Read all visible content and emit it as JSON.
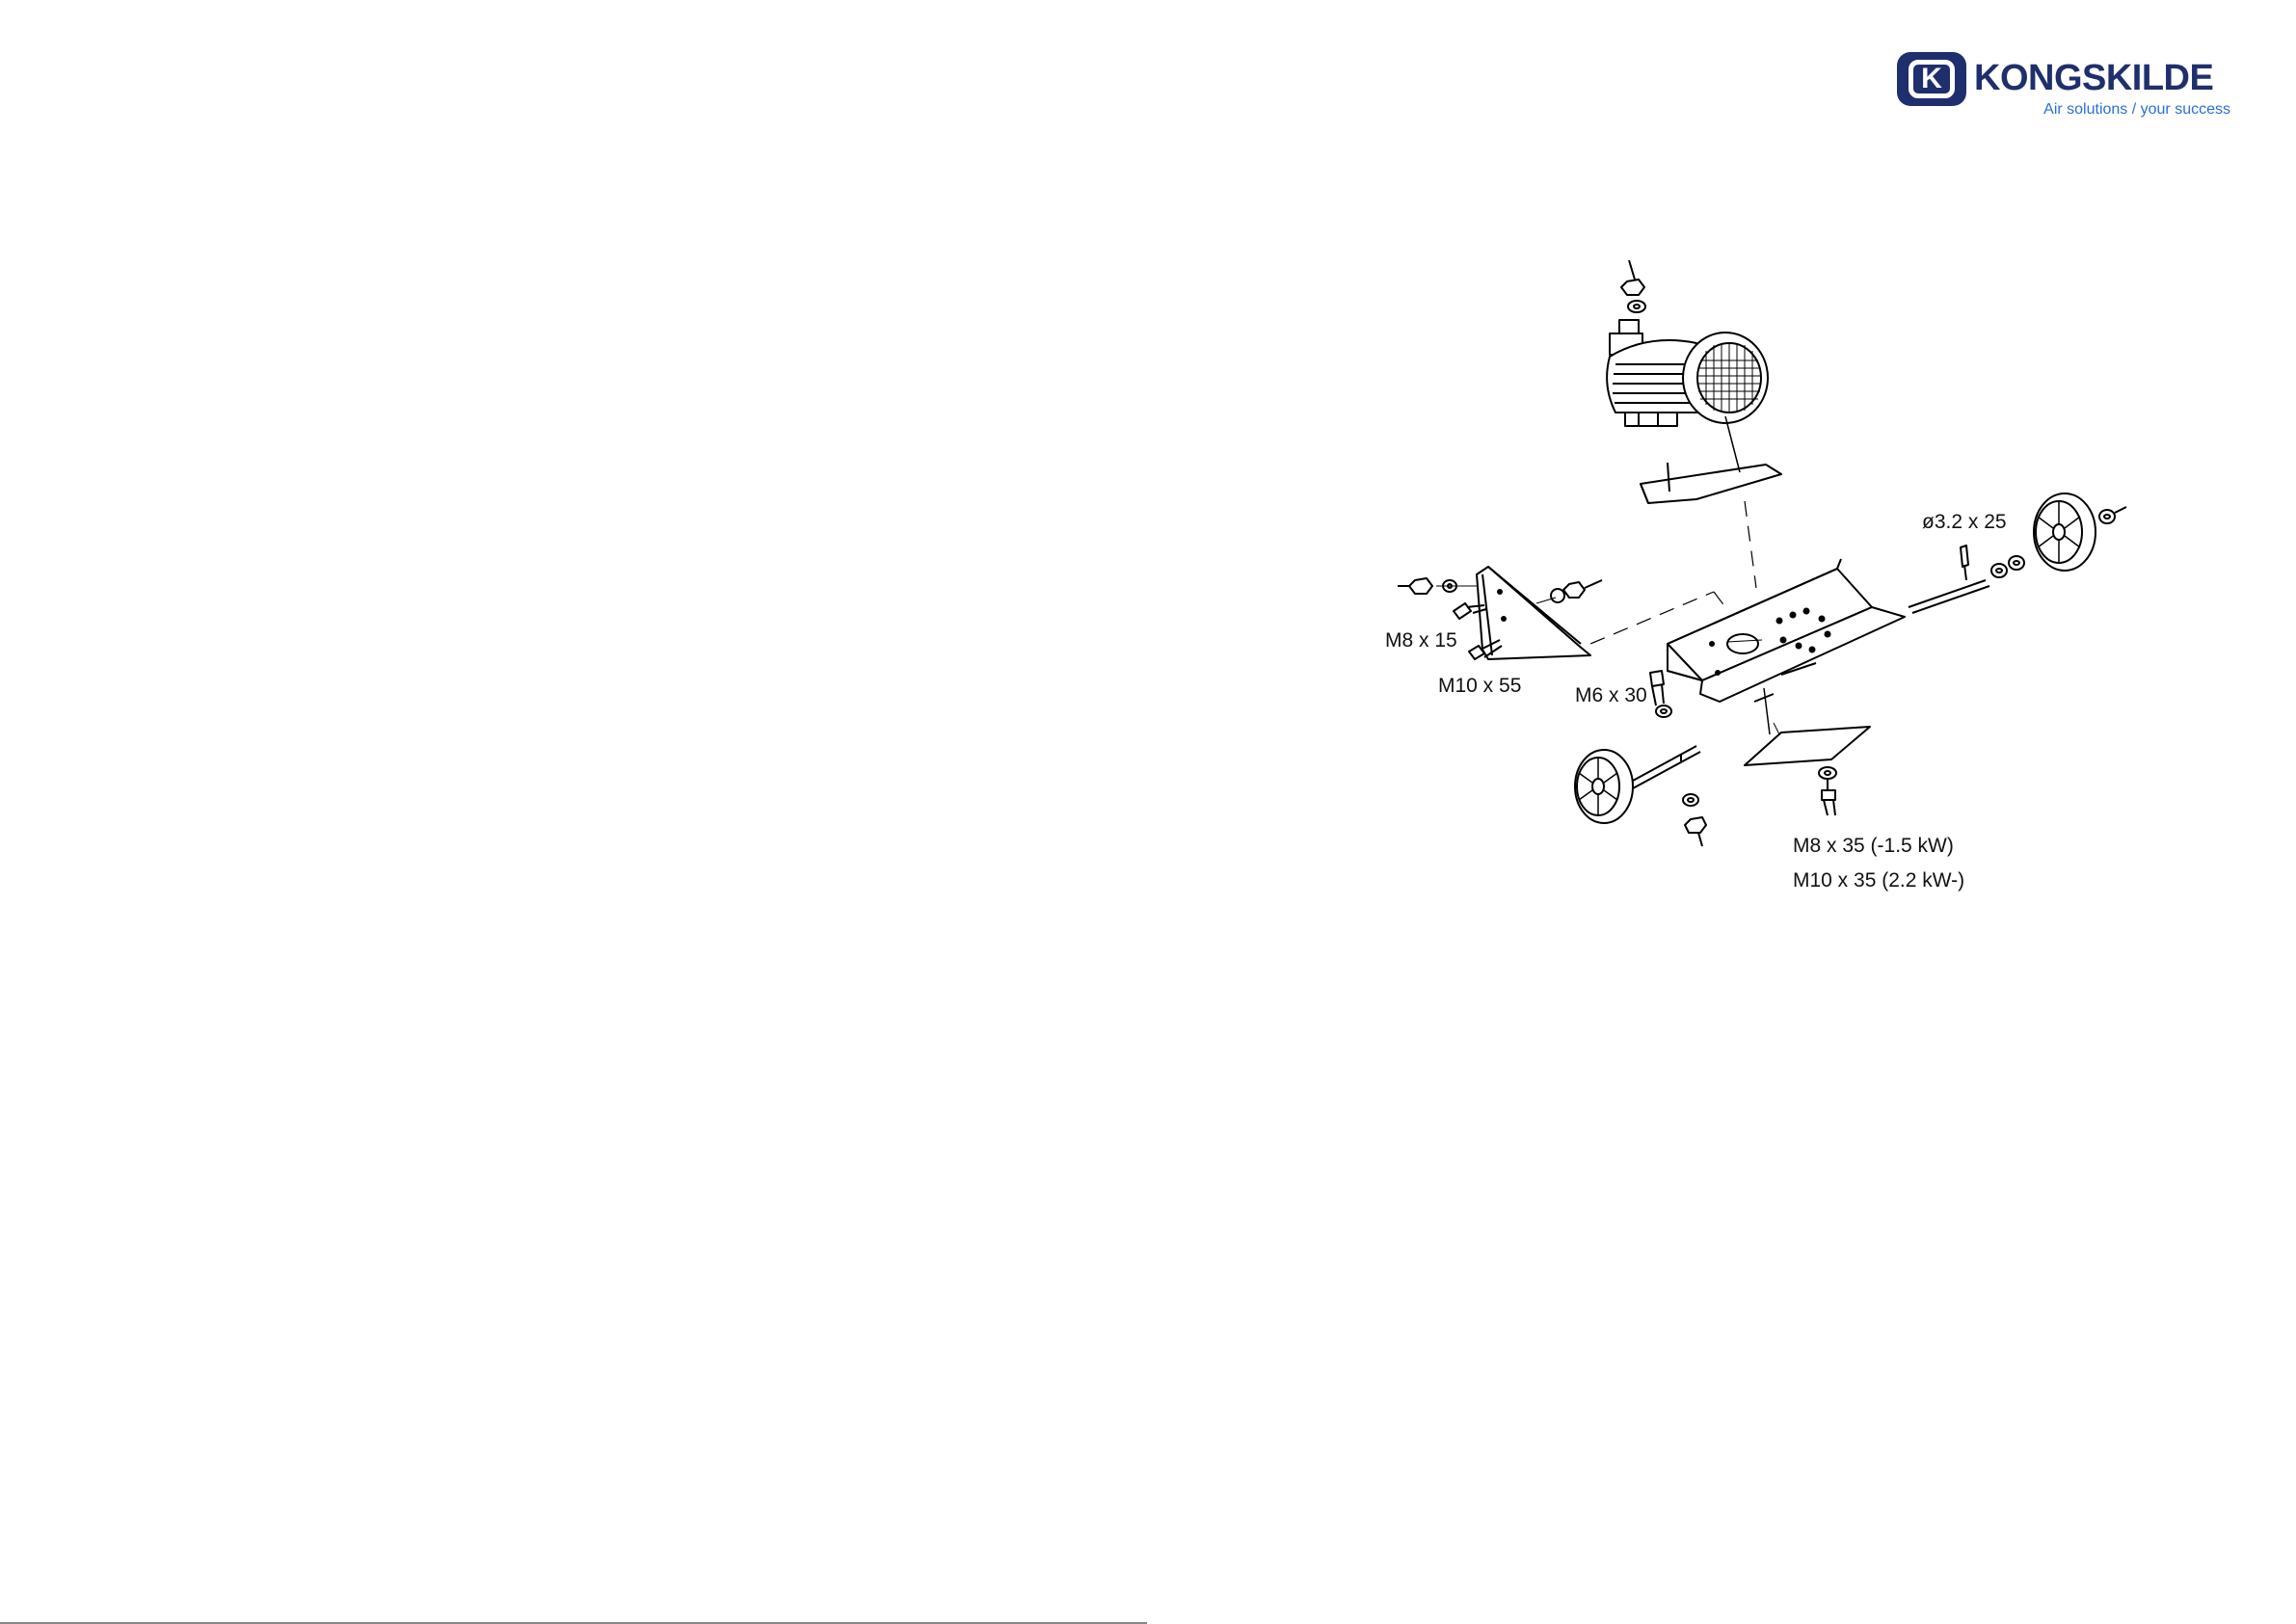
{
  "brand": {
    "name": "KONGSKILDE",
    "mark_letter": "K",
    "tagline": "Air solutions / your success",
    "color": "#1f2f6e",
    "tagline_color": "#2a6fd6"
  },
  "labels": {
    "m8x15": "M8 x 15",
    "m10x55": "M10 x 55",
    "m6x30": "M6 x 30",
    "pin": "ø3.2 x 25",
    "m8x35": "M8 x 35 (-1.5 kW)",
    "m10x35": "M10 x 35 (2.2 kW-)"
  }
}
